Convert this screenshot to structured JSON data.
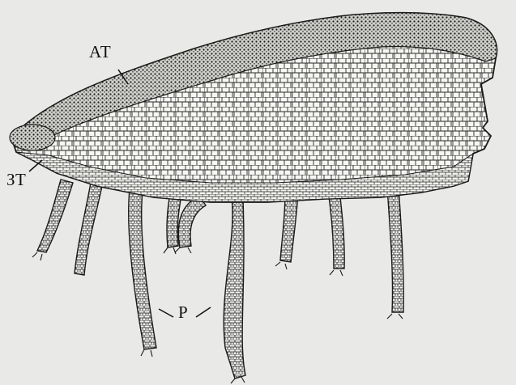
{
  "figure": {
    "labels": {
      "assimilation_tissue": "АТ",
      "storage_tissue": "ЗТ",
      "rhizoids": "Р"
    }
  },
  "colors": {
    "background": "#e9e9e7",
    "ink": "#1a1a1a",
    "cell_fill": "#f6f6f3"
  }
}
